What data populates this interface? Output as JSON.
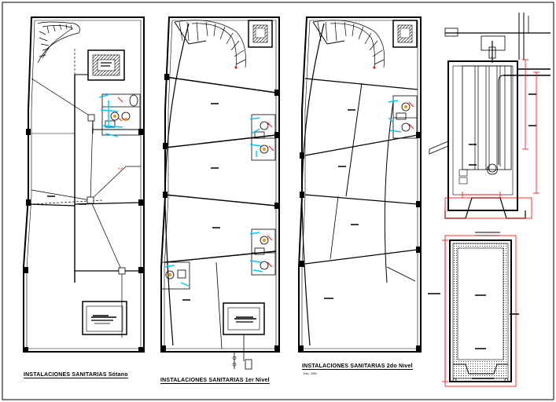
{
  "captions": {
    "plan1": "INSTALACIONES SANITARIAS Sótano",
    "plan2": "INSTALACIONES SANITARIAS 1er Nivel",
    "plan3": "INSTALACIONES SANITARIAS 2do Nivel",
    "plan3_scale": "Esc. 1/50"
  },
  "colors": {
    "line": "#000000",
    "pipe": "#00c8ff",
    "accent": "#ff0000",
    "fixture": "#ff8c00",
    "background": "#ffffff"
  }
}
